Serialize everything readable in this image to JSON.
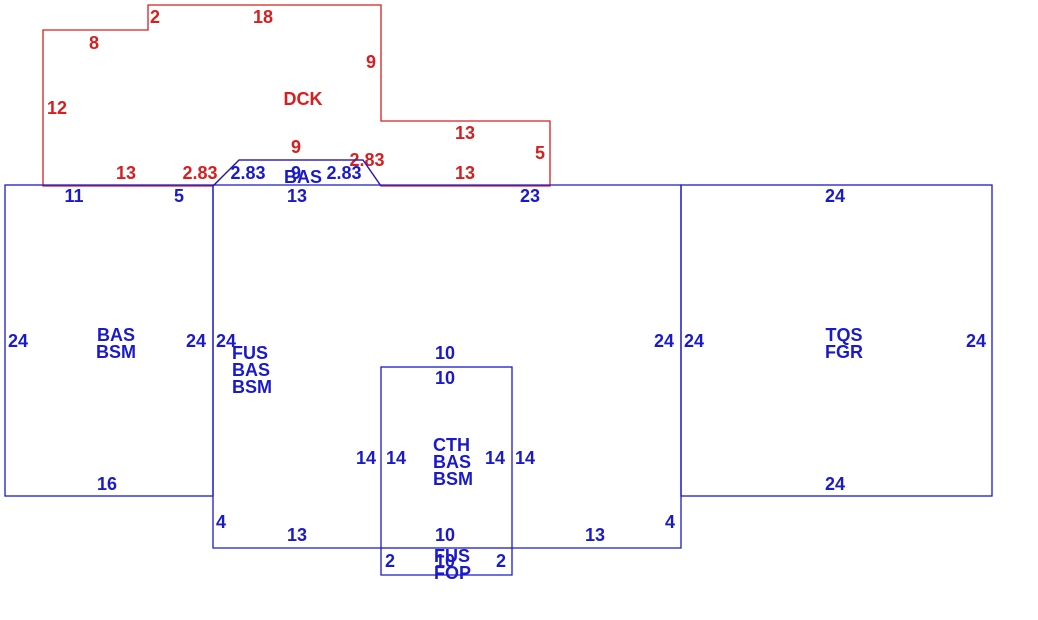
{
  "colors": {
    "building": "#1a1acc",
    "deck": "#d81e1e",
    "background": "#ffffff"
  },
  "deck": {
    "label": "DCK",
    "dims": {
      "top_short": "2",
      "top": "18",
      "left_step": "8",
      "left": "12",
      "right_upper": "9",
      "right_step_top": "13",
      "right_lower": "5",
      "bottom_left": "13",
      "bottom_right": "13",
      "diag_left": "2.83",
      "diag_right": "2.83",
      "top_middle": "9"
    }
  },
  "bay": {
    "label": "BAS",
    "dims": {
      "left": "2.83",
      "top": "9",
      "right": "2.83"
    }
  },
  "left_wing": {
    "labels": [
      "BAS",
      "BSM"
    ],
    "dims": {
      "top_a": "11",
      "top_b": "5",
      "left": "24",
      "right": "24",
      "bottom": "16"
    }
  },
  "center": {
    "labels": [
      "FUS",
      "BAS",
      "BSM"
    ],
    "dims": {
      "top_a": "13",
      "top_b": "23",
      "left": "24",
      "right": "24",
      "bottom_left_short": "4",
      "bottom_left": "13",
      "bottom_right": "13",
      "bottom_right_short": "4"
    }
  },
  "garage": {
    "labels": [
      "TQS",
      "FGR"
    ],
    "dims": {
      "top": "24",
      "left": "24",
      "right": "24",
      "bottom": "24"
    }
  },
  "bump_out": {
    "labels": [
      "CTH",
      "BAS",
      "BSM"
    ],
    "dims": {
      "top_outer": "10",
      "top_inner": "10",
      "left_outer": "14",
      "left_inner": "14",
      "right_inner": "14",
      "right_outer": "14",
      "bottom": "10"
    }
  },
  "porch": {
    "labels": [
      "FUS",
      "FOP"
    ],
    "dims": {
      "left": "2",
      "bottom": "10",
      "right": "2"
    }
  }
}
